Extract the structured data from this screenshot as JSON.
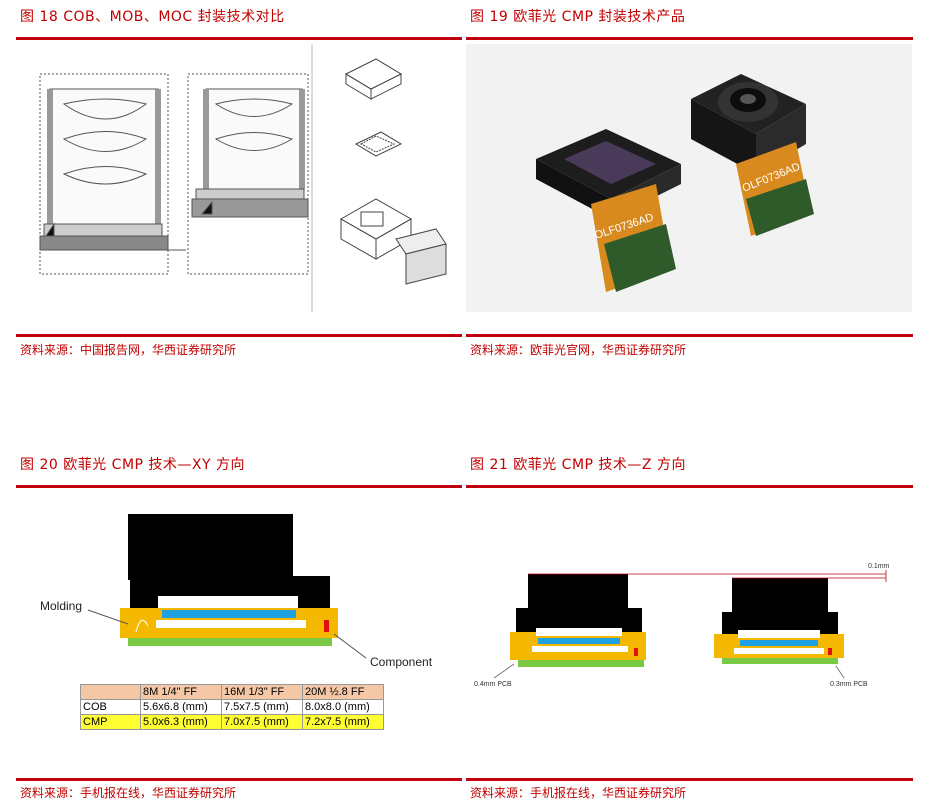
{
  "figures": [
    {
      "title": "图 18  COB、MOB、MOC 封装技术对比",
      "source": "资料来源：中国报告网，华西证券研究所"
    },
    {
      "title": "图 19  欧菲光 CMP 封装技术产品",
      "source": "资料来源：欧菲光官网，华西证券研究所",
      "module_label_1": "OLF0736AD",
      "module_label_2": "OLF0736AD"
    },
    {
      "title": "图 20  欧菲光 CMP 技术—XY 方向",
      "source": "资料来源：手机报在线，华西证券研究所",
      "molding_label": "Molding",
      "component_label": "Component",
      "table": {
        "header": [
          "",
          "8M 1/4\"  FF",
          "16M 1/3\"  FF",
          "20M ½.8 FF"
        ],
        "rows": [
          [
            "COB",
            "5.6x6.8 (mm)",
            "7.5x7.5 (mm)",
            "8.0x8.0 (mm)"
          ],
          [
            "CMP",
            "5.0x6.3 (mm)",
            "7.0x7.5 (mm)",
            "7.2x7.5 (mm)"
          ]
        ]
      }
    },
    {
      "title": "图 21  欧菲光 CMP 技术—Z 方向",
      "source": "资料来源：手机报在线，华西证券研究所",
      "dim_label": "0.1mm",
      "left_pcb": "0.4mm PCB",
      "right_pcb": "0.3mm PCB"
    }
  ],
  "colors": {
    "accent": "#c00000",
    "header_row": "#f4c7a6",
    "cmp_row": "#ffff33",
    "blue": "#1fa0e0",
    "green": "#7ac943",
    "yellow": "#f5b800"
  }
}
